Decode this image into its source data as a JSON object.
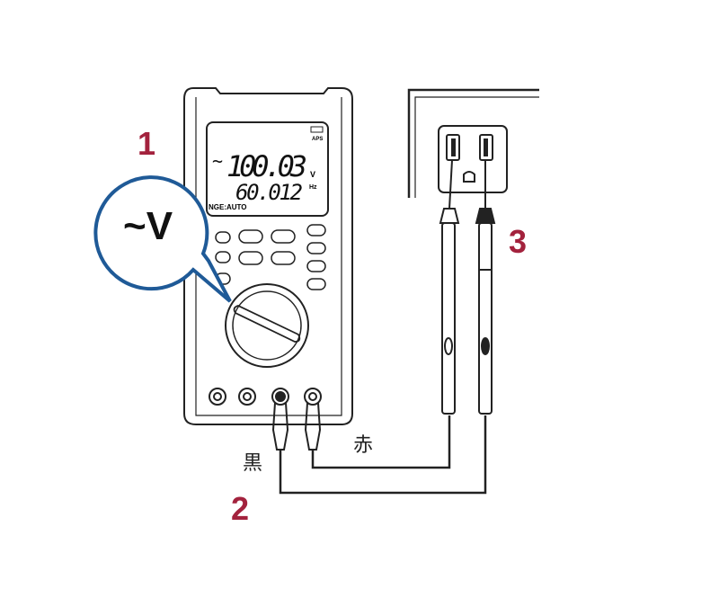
{
  "display": {
    "ac_symbol": "~",
    "main_value": "100.03",
    "main_unit": "V",
    "sub_value": "60.012",
    "sub_unit": "Hz",
    "range_label": "NGE:AUTO",
    "aps_label": "APS"
  },
  "callout": {
    "label": "~V"
  },
  "steps": {
    "step1": "1",
    "step2": "2",
    "step3": "3"
  },
  "leads": {
    "black": "黒",
    "red": "赤"
  },
  "colors": {
    "accent_blue": "#1f5a97",
    "step_red": "#a3223d",
    "line": "#222222"
  }
}
